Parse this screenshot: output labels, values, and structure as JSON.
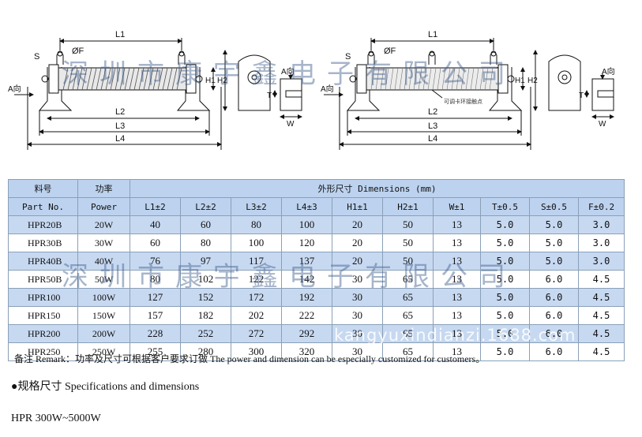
{
  "drawing_labels": {
    "L1": "L1",
    "L2": "L2",
    "L3": "L3",
    "L4": "L4",
    "S": "S",
    "F": "ØF",
    "H1": "H1",
    "H2": "H2",
    "T": "T",
    "W": "W",
    "A_view": "A向",
    "adjust_note": "可调卡环接触点"
  },
  "watermark": {
    "company": "深圳市康宇鑫电子有限公司",
    "site": "kangyuxindianzi.1688.com"
  },
  "table": {
    "header_top": {
      "part_cn": "料号",
      "power_cn": "功率",
      "dims": "外形尺寸 Dimensions (mm)"
    },
    "header_sub": {
      "part_en": "Part No.",
      "power_en": "Power",
      "cols": [
        "L1±2",
        "L2±2",
        "L3±2",
        "L4±3",
        "H1±1",
        "H2±1",
        "W±1",
        "T±0.5",
        "S±0.5",
        "F±0.2"
      ]
    },
    "rows": [
      {
        "part": "HPR20B",
        "power": "20W",
        "vals": [
          "40",
          "60",
          "80",
          "100",
          "20",
          "50",
          "13",
          "5.0",
          "5.0",
          "3.0"
        ]
      },
      {
        "part": "HPR30B",
        "power": "30W",
        "vals": [
          "60",
          "80",
          "100",
          "120",
          "20",
          "50",
          "13",
          "5.0",
          "5.0",
          "3.0"
        ]
      },
      {
        "part": "HPR40B",
        "power": "40W",
        "vals": [
          "76",
          "97",
          "117",
          "137",
          "20",
          "50",
          "13",
          "5.0",
          "5.0",
          "3.0"
        ]
      },
      {
        "part": "HPR50B",
        "power": "50W",
        "vals": [
          "80",
          "102",
          "122",
          "142",
          "30",
          "65",
          "13",
          "5.0",
          "6.0",
          "4.5"
        ]
      },
      {
        "part": "HPR100",
        "power": "100W",
        "vals": [
          "127",
          "152",
          "172",
          "192",
          "30",
          "65",
          "13",
          "5.0",
          "6.0",
          "4.5"
        ]
      },
      {
        "part": "HPR150",
        "power": "150W",
        "vals": [
          "157",
          "182",
          "202",
          "222",
          "30",
          "65",
          "13",
          "5.0",
          "6.0",
          "4.5"
        ]
      },
      {
        "part": "HPR200",
        "power": "200W",
        "vals": [
          "228",
          "252",
          "272",
          "292",
          "30",
          "65",
          "13",
          "5.0",
          "6.0",
          "4.5"
        ]
      },
      {
        "part": "HPR250",
        "power": "250W",
        "vals": [
          "255",
          "280",
          "300",
          "320",
          "30",
          "65",
          "13",
          "5.0",
          "6.0",
          "4.5"
        ]
      }
    ]
  },
  "remark": "备注 Remark：功率及尺寸可根据客户要求订做 The power and dimension can be especially customized for customers。",
  "section_title": "●规格尺寸 Specifications and dimensions",
  "model_range": "HPR 300W~5000W",
  "colors": {
    "header_bg": "#bcd2ee",
    "row_shade": "#c7d9f1",
    "watermark": "#3c5a8c"
  }
}
